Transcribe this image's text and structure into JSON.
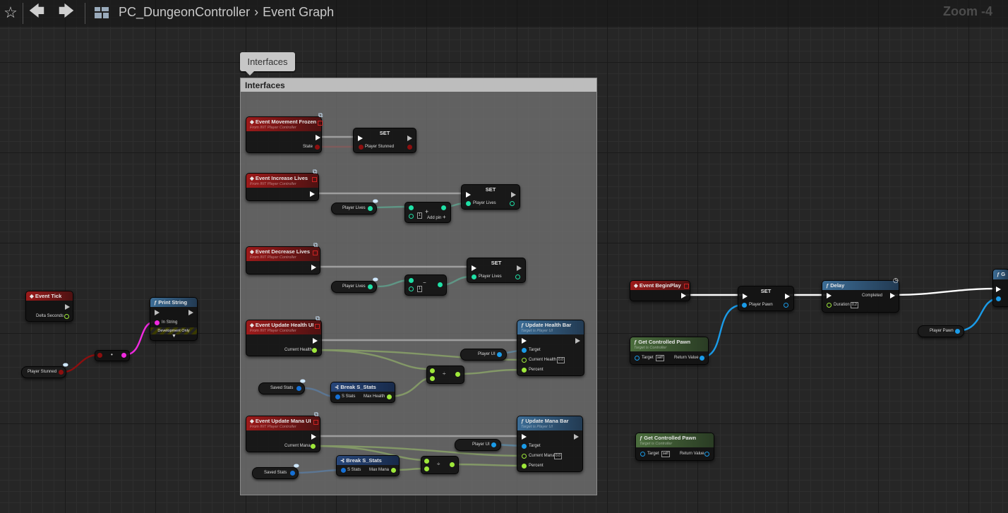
{
  "topbar": {
    "icons": [
      "star-icon",
      "arrow-left-icon",
      "arrow-right-icon",
      "blueprint-icon"
    ],
    "breadcrumb": [
      "PC_DungeonController",
      "Event Graph"
    ],
    "zoom": "Zoom -4"
  },
  "comment": {
    "tab": "Interfaces",
    "title": "Interfaces"
  },
  "nodes": {
    "event_tick": {
      "title": "Event Tick",
      "pin_delta": "Delta Seconds"
    },
    "print_string": {
      "title": "Print String",
      "pin_in": "In String",
      "dev": "Development Only"
    },
    "var_player_stunned": "Player Stunned",
    "ev_movement_frozen": {
      "title": "Event Movement Frozen",
      "sub": "From INT Player Controller",
      "pin_state": "State"
    },
    "set_stunned": {
      "title": "SET",
      "pin": "Player Stunned"
    },
    "ev_increase_lives": {
      "title": "Event Increase Lives",
      "sub": "From INT Player Controller"
    },
    "var_player_lives_1": "Player Lives",
    "add_node": {
      "val": "1",
      "addpin": "Add pin"
    },
    "set_lives_1": {
      "title": "SET",
      "pin": "Player Lives"
    },
    "ev_decrease_lives": {
      "title": "Event Decrease Lives",
      "sub": "From INT Player Controller"
    },
    "var_player_lives_2": "Player Lives",
    "sub_node": {
      "val": "1"
    },
    "set_lives_2": {
      "title": "SET",
      "pin": "Player Lives"
    },
    "ev_update_health": {
      "title": "Event Update Health UI",
      "sub": "From INT Player Controller",
      "pin": "Current Health"
    },
    "update_health_bar": {
      "title": "Update Health Bar",
      "sub": "Target is Player UI",
      "pin_target": "Target",
      "pin_current": "Current Health",
      "val_current": "0.0",
      "pin_percent": "Percent"
    },
    "var_player_ui_1": "Player UI",
    "var_saved_stats_1": "Saved Stats",
    "break_stats_1": {
      "title": "Break S_Stats",
      "pin_in": "S Stats",
      "pin_out": "Max Health"
    },
    "ev_update_mana": {
      "title": "Event Update Mana UI",
      "sub": "From INT Player Controller",
      "pin": "Current Mana"
    },
    "update_mana_bar": {
      "title": "Update Mana Bar",
      "sub": "Target is Player UI",
      "pin_target": "Target",
      "pin_current": "Current Mana",
      "val_current": "0.0",
      "pin_percent": "Percent"
    },
    "var_player_ui_2": "Player UI",
    "var_saved_stats_2": "Saved Stats",
    "break_stats_2": {
      "title": "Break S_Stats",
      "pin_in": "S Stats",
      "pin_out": "Max Mana"
    },
    "ev_begin_play": {
      "title": "Event BeginPlay"
    },
    "set_pawn": {
      "title": "SET",
      "pin": "Player Pawn"
    },
    "delay": {
      "title": "Delay",
      "pin_completed": "Completed",
      "pin_duration": "Duration",
      "val_duration": "0.2"
    },
    "get_controlled_pawn_1": {
      "title": "Get Controlled Pawn",
      "sub": "Target is Controller",
      "pin_target": "Target",
      "val_target": "self",
      "pin_ret": "Return Value"
    },
    "get_controlled_pawn_2": {
      "title": "Get Controlled Pawn",
      "sub": "Target is Controller",
      "pin_target": "Target",
      "val_target": "self",
      "pin_ret": "Return Value"
    },
    "var_player_pawn": "Player Pawn",
    "cut_node": {
      "title": "G"
    }
  },
  "colors": {
    "exec": "#ffffff",
    "bool": "#8c0f0f",
    "int": "#1fe0a6",
    "float": "#9ee83a",
    "object": "#1a9be8",
    "struct": "#1570d6",
    "string": "#f02ae0"
  }
}
